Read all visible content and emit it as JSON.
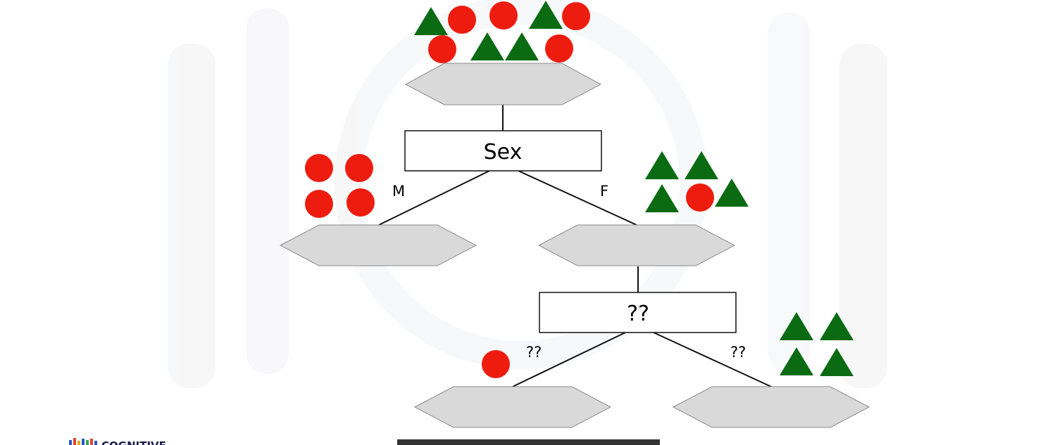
{
  "diagram": {
    "root_node_label": "Sex",
    "branch_left_label": "M",
    "branch_right_label": "F",
    "second_node_label": "??",
    "branch_second_left_label": "??",
    "branch_second_right_label": "??"
  },
  "samples": {
    "root": [
      "triangle",
      "circle",
      "circle",
      "triangle",
      "circle",
      "circle",
      "triangle",
      "triangle",
      "circle"
    ],
    "male_leaf": [
      "circle",
      "circle",
      "circle",
      "circle"
    ],
    "female_node": [
      "triangle",
      "triangle",
      "triangle",
      "circle",
      "triangle"
    ],
    "second_left_leaf": [
      "circle"
    ],
    "second_right_leaf": [
      "triangle",
      "triangle",
      "triangle",
      "triangle"
    ]
  },
  "colors": {
    "circle": "#ee1c0f",
    "triangle": "#0b6b13",
    "hexagon_fill": "#d9d9d9",
    "hexagon_stroke": "#8c8c8c"
  },
  "branding": {
    "logo_text": "COGNITIVE"
  }
}
